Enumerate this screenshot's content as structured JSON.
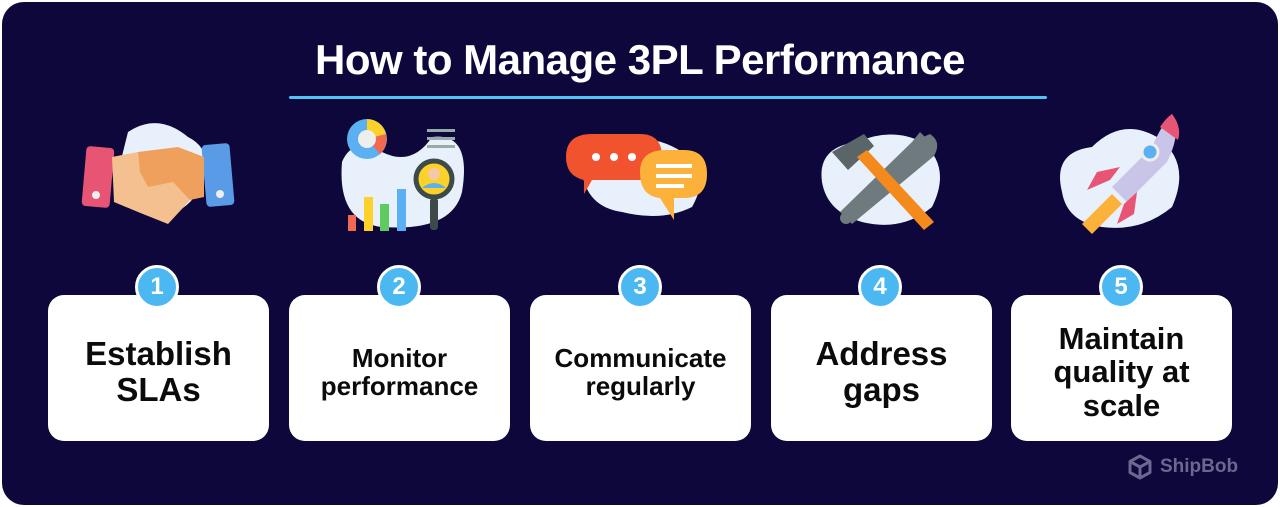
{
  "title": "How to Manage 3PL Performance",
  "steps": [
    {
      "number": "1",
      "label": "Establish SLAs",
      "icon": "handshake-icon"
    },
    {
      "number": "2",
      "label": "Monitor performance",
      "icon": "analytics-icon"
    },
    {
      "number": "3",
      "label": "Communicate regularly",
      "icon": "chat-bubbles-icon"
    },
    {
      "number": "4",
      "label": "Address gaps",
      "icon": "tools-icon"
    },
    {
      "number": "5",
      "label": "Maintain quality at scale",
      "icon": "rocket-icon"
    }
  ],
  "brand": "ShipBob",
  "colors": {
    "background": "#0d073b",
    "accent": "#52c3f5",
    "badge": "#4cb8f2"
  }
}
